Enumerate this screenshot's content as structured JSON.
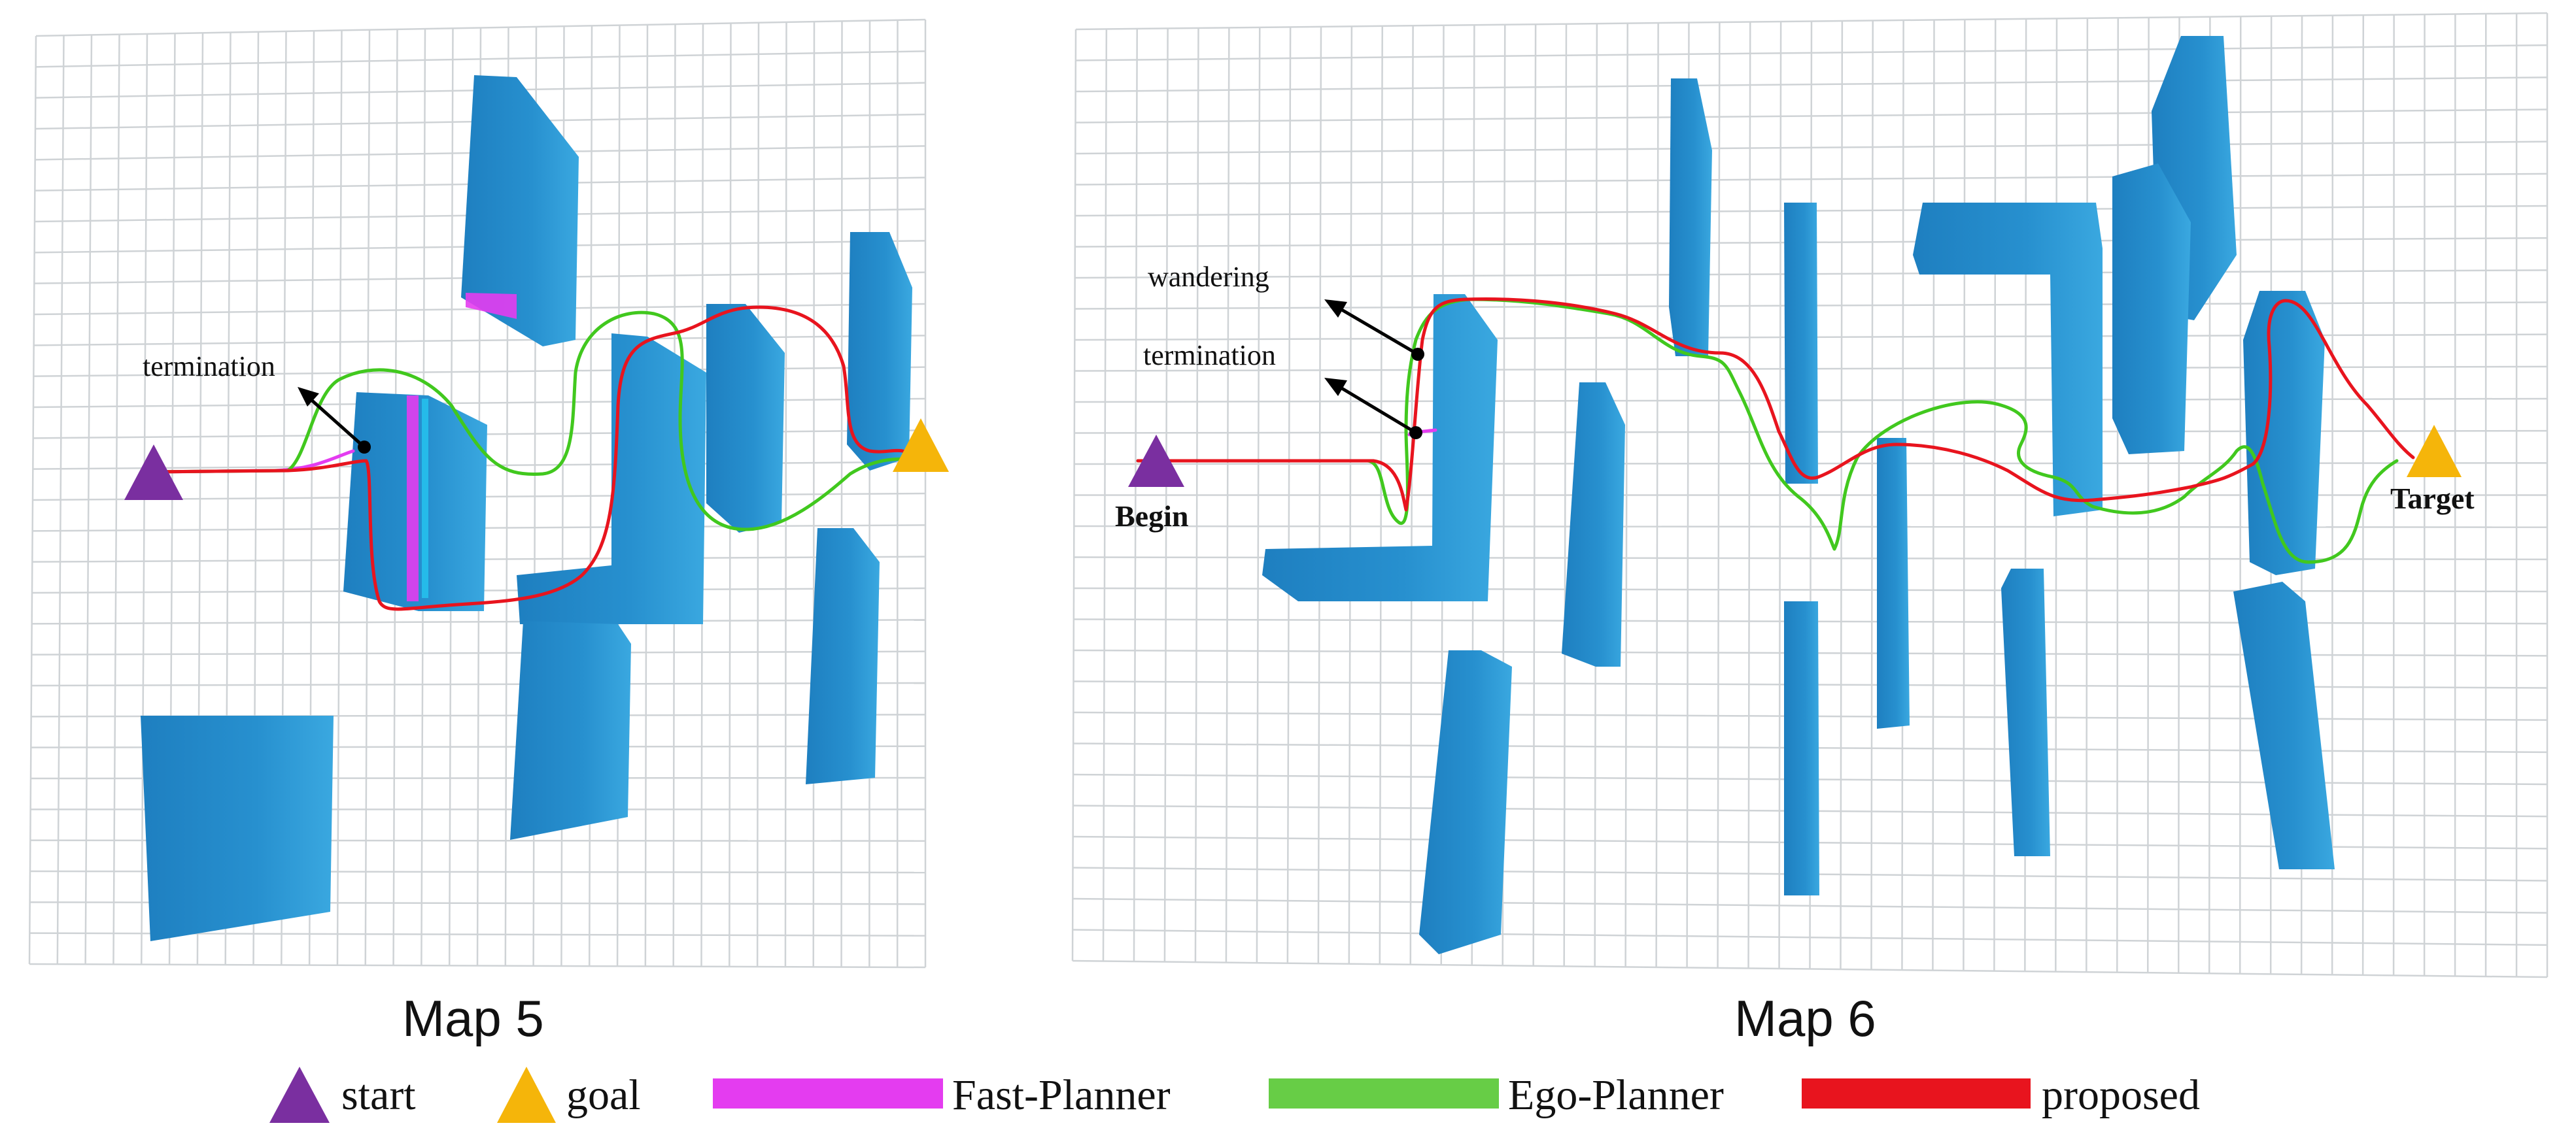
{
  "panels": {
    "left": {
      "caption": "Map 5",
      "annotation": "termination"
    },
    "right": {
      "caption": "Map 6",
      "annotation_wandering": "wandering",
      "annotation_termination": "termination",
      "begin_label": "Begin",
      "target_label": "Target"
    }
  },
  "legend": {
    "start": "start",
    "goal": "goal",
    "fast_planner": "Fast-Planner",
    "ego_planner": "Ego-Planner",
    "proposed": "proposed"
  },
  "colors": {
    "start": "#7a2fa0",
    "goal": "#f5b50a",
    "fast_planner": "#e43cf0",
    "ego_planner": "#41c81e",
    "proposed": "#e8141e",
    "obstacle": "#1e88c8"
  }
}
